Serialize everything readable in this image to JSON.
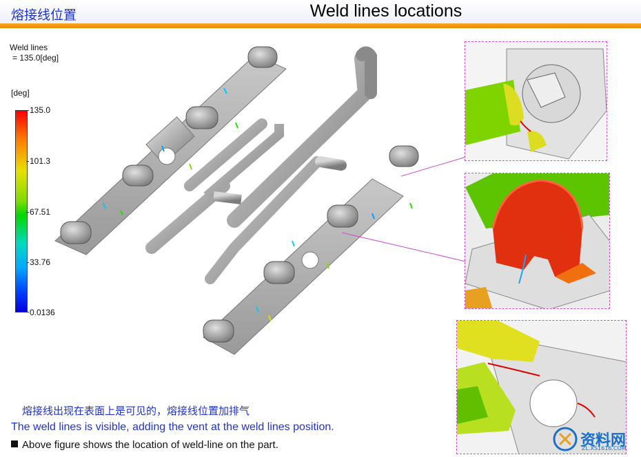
{
  "header": {
    "title_cn": "熔接线位置",
    "title_en": "Weld lines locations"
  },
  "legend": {
    "result_name": "Weld lines",
    "result_value": "= 135.0[deg]",
    "unit": "[deg]",
    "ticks": [
      "135.0",
      "101.3",
      "67.51",
      "33.76",
      "0.0136"
    ]
  },
  "captions": {
    "cn": "熔接线出现在表面上是可见的，熔接线位置加排气",
    "en": "The weld lines is visible, adding the vent at the weld lines position.",
    "bullet": "Above figure shows the location of weld-line on the part."
  },
  "watermark": {
    "text": "资料网",
    "url": "ZL.XS1616.COM"
  },
  "colors": {
    "header_bar": "#f39a12",
    "caption_text": "#2233cc",
    "callout_line": "#d04bd0",
    "part_gray": "#a8a8a8"
  }
}
